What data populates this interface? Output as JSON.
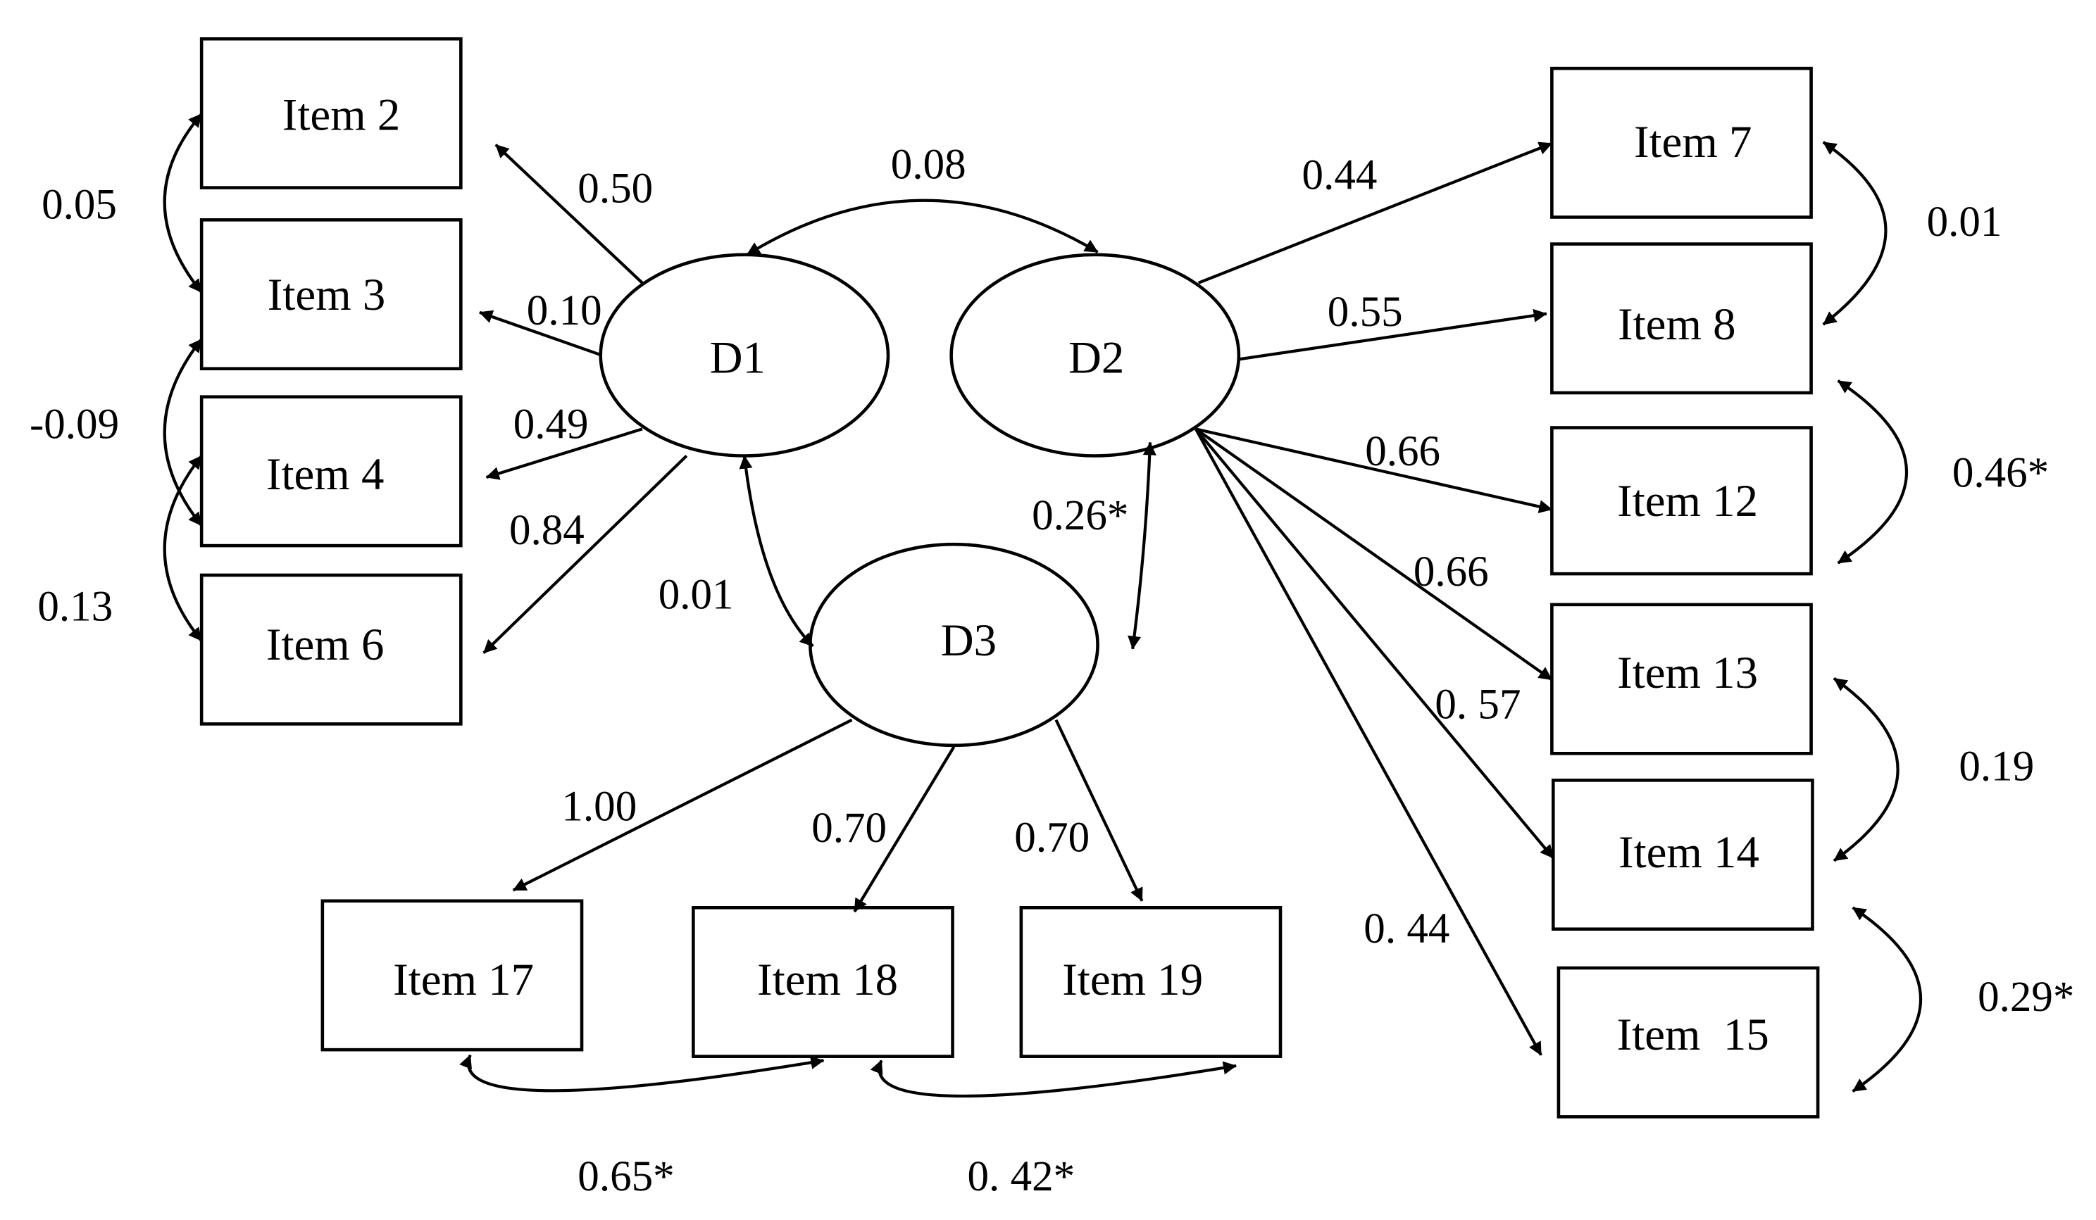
{
  "factors": {
    "D1": "D1",
    "D2": "D2",
    "D3": "D3"
  },
  "items": {
    "item2": "Item 2",
    "item3": "Item 3",
    "item4": "Item 4",
    "item6": "Item 6",
    "item7": "Item 7",
    "item8": "Item 8",
    "item12": "Item 12",
    "item13": "Item 13",
    "item14": "Item 14",
    "item15": "Item  15",
    "item17": "Item 17",
    "item18": "Item 18",
    "item19": "Item 19"
  },
  "loadings": {
    "d1_item2": "0.50",
    "d1_item3": "0.10",
    "d1_item4": "0.49",
    "d1_item6": "0.84",
    "d2_item7": "0.44",
    "d2_item8": "0.55",
    "d2_item12": "0.66",
    "d2_item13": "0.66",
    "d2_item14": "0. 57",
    "d2_item15": "0. 44",
    "d3_item17": "1.00",
    "d3_item18": "0.70",
    "d3_item19": "0.70"
  },
  "factor_covariances": {
    "d1_d2": "0.08",
    "d1_d3": "0.01",
    "d2_d3": "0.26*"
  },
  "error_covariances": {
    "item2_item3": "0.05",
    "item3_item4": "-0.09",
    "item4_item6": "0.13",
    "item7_item8": "0.01",
    "item8_item12": "0.46*",
    "item13_item14": "0.19",
    "item14_item15": "0.29*",
    "item17_item18": "0.65*",
    "item18_item19": "0. 42*"
  }
}
